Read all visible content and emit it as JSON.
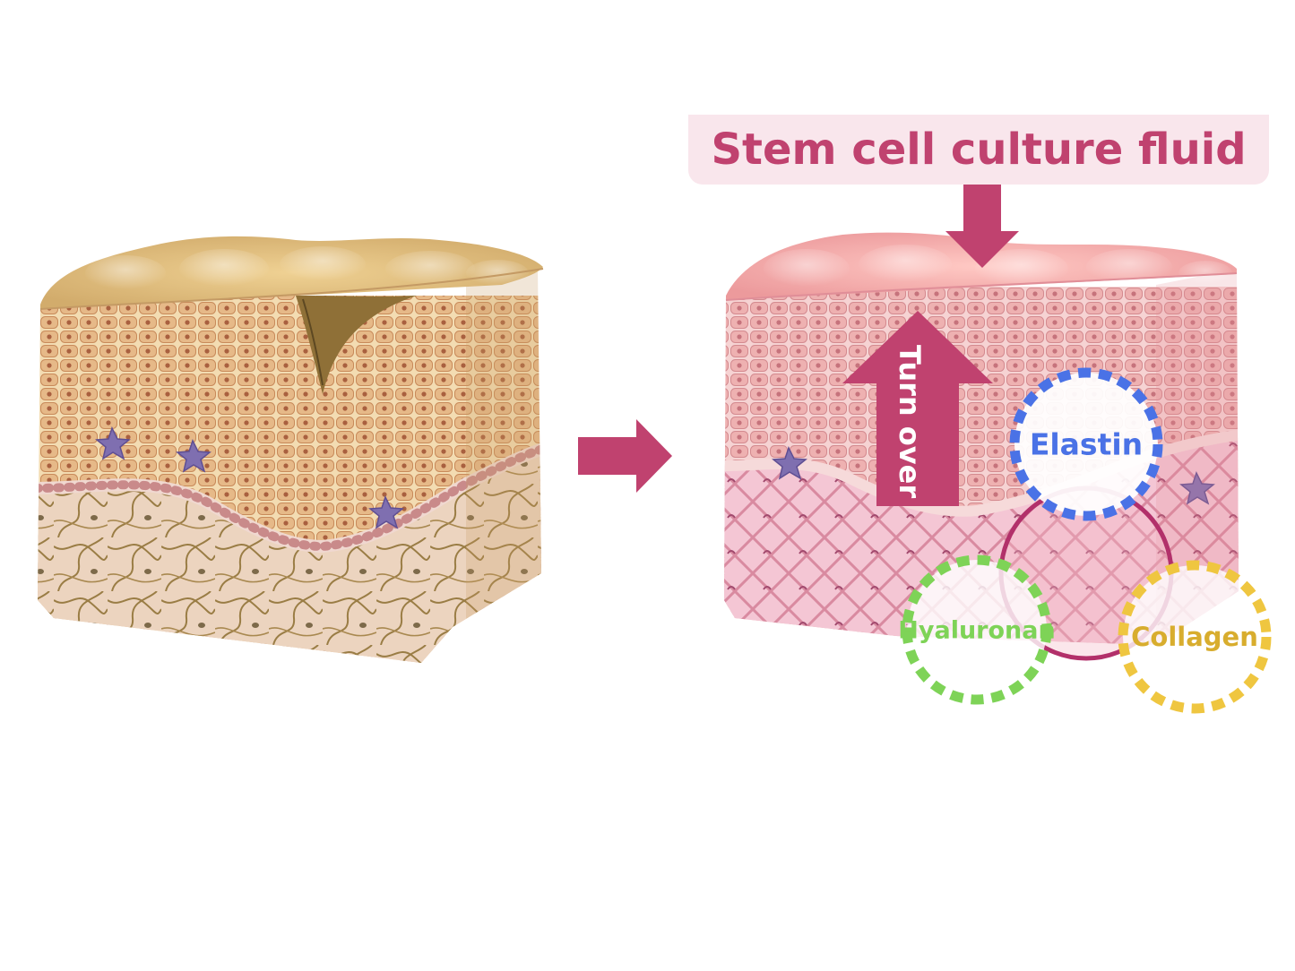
{
  "diagram": {
    "title": "Stem cell culture fluid",
    "turn_over_label": "Turn over",
    "components": [
      {
        "label": "Elastin",
        "color": "#4a72e6"
      },
      {
        "label": "Hyaluronan",
        "color": "#7ed357"
      },
      {
        "label": "Collagen",
        "color": "#efc640"
      }
    ],
    "colors": {
      "accent": "#c0426f",
      "title_bg": "#f9e6ec",
      "aged_skin": "#d9b57a",
      "renewed_skin": "#f1a3ab"
    }
  }
}
